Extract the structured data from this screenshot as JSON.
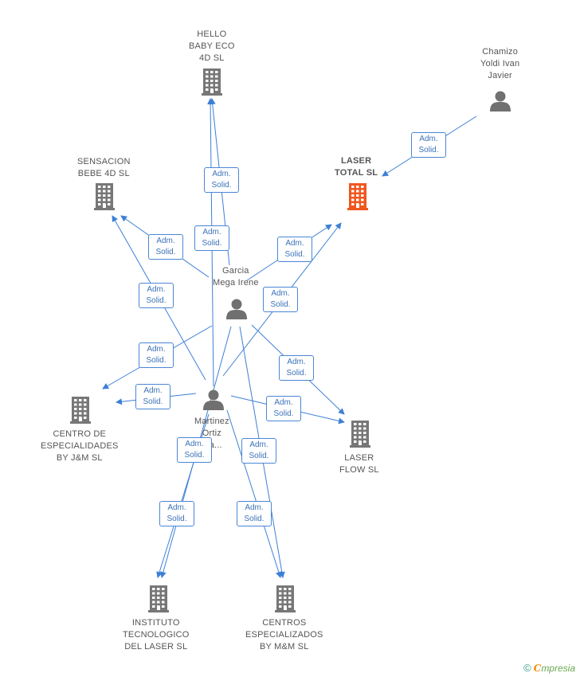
{
  "colors": {
    "edge": "#3d7fd6",
    "company_icon": "#777777",
    "company_icon_main": "#f0561e",
    "person_icon": "#707070",
    "badge_border": "#4a86d6",
    "badge_text": "#3d72b8"
  },
  "nodes": {
    "hello_baby": {
      "label": [
        "HELLO",
        "BABY ECO",
        "4D  SL"
      ],
      "kind": "company",
      "icon": "building-icon"
    },
    "chamizo": {
      "label": [
        "Chamizo",
        "Yoldi Ivan",
        "Javier"
      ],
      "kind": "person",
      "icon": "person-icon"
    },
    "laser_total": {
      "label": [
        "LASER",
        "TOTAL  SL"
      ],
      "kind": "company-main",
      "icon": "building-icon"
    },
    "sensacion": {
      "label": [
        "SENSACION",
        "BEBE 4D  SL"
      ],
      "kind": "company",
      "icon": "building-icon"
    },
    "garcia": {
      "label": [
        "Garcia",
        "Mega Irene"
      ],
      "kind": "person",
      "icon": "person-icon"
    },
    "centro_esp": {
      "label": [
        "CENTRO DE",
        "ESPECIALIDADES",
        "BY J&M  SL"
      ],
      "kind": "company",
      "icon": "building-icon"
    },
    "martinez": {
      "label": [
        "Martinez",
        "Ortiz",
        "...a..."
      ],
      "kind": "person",
      "icon": "person-icon"
    },
    "laser_flow": {
      "label": [
        "LASER",
        "FLOW  SL"
      ],
      "kind": "company",
      "icon": "building-icon"
    },
    "instituto": {
      "label": [
        "INSTITUTO",
        "TECNOLOGICO",
        "DEL LASER  SL"
      ],
      "kind": "company",
      "icon": "building-icon"
    },
    "centros_esp": {
      "label": [
        "CENTROS",
        "ESPECIALIZADOS",
        "BY M&M  SL"
      ],
      "kind": "company",
      "icon": "building-icon"
    }
  },
  "badge": {
    "line1": "Adm.",
    "line2": "Solid."
  },
  "relations": [
    {
      "from": "chamizo",
      "to": "laser_total",
      "label": [
        "Adm.",
        "Solid."
      ]
    },
    {
      "from": "garcia",
      "to": "hello_baby",
      "label": [
        "Adm.",
        "Solid."
      ]
    },
    {
      "from": "martinez",
      "to": "hello_baby",
      "label": [
        "Adm.",
        "Solid."
      ]
    },
    {
      "from": "garcia",
      "to": "sensacion",
      "label": [
        "Adm.",
        "Solid."
      ]
    },
    {
      "from": "martinez",
      "to": "sensacion",
      "label": [
        "Adm.",
        "Solid."
      ]
    },
    {
      "from": "garcia",
      "to": "laser_total",
      "label": [
        "Adm.",
        "Solid."
      ]
    },
    {
      "from": "martinez",
      "to": "laser_total",
      "label": [
        "Adm.",
        "Solid."
      ]
    },
    {
      "from": "garcia",
      "to": "centro_esp",
      "label": [
        "Adm.",
        "Solid."
      ]
    },
    {
      "from": "martinez",
      "to": "centro_esp",
      "label": [
        "Adm.",
        "Solid."
      ]
    },
    {
      "from": "garcia",
      "to": "laser_flow",
      "label": [
        "Adm.",
        "Solid."
      ]
    },
    {
      "from": "martinez",
      "to": "laser_flow",
      "label": [
        "Adm.",
        "Solid."
      ]
    },
    {
      "from": "garcia",
      "to": "instituto",
      "label": [
        "Adm.",
        "Solid."
      ]
    },
    {
      "from": "martinez",
      "to": "instituto",
      "label": [
        "Adm.",
        "Solid."
      ]
    },
    {
      "from": "garcia",
      "to": "centros_esp",
      "label": [
        "Adm.",
        "Solid."
      ]
    },
    {
      "from": "martinez",
      "to": "centros_esp",
      "label": [
        "Adm.",
        "Solid."
      ]
    }
  ],
  "footer": {
    "copyright": "©",
    "brand_initial": "C",
    "brand_rest": "mpresia"
  }
}
